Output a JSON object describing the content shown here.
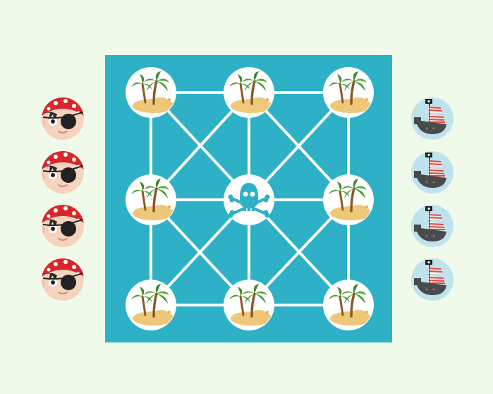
{
  "colors": {
    "background": "#f0faea",
    "board": "#2eb1c6",
    "line": "#ffffff",
    "node": "#ffffff",
    "skull": "#2eb1c6",
    "sand": "#efc778",
    "palm_leaf": "#4a9a36",
    "palm_trunk": "#8a5a2c",
    "pirate_skin": "#f6d3bf",
    "bandana": "#d8262c",
    "hair": "#2b2b2b",
    "eyepatch": "#222222",
    "ship_token": "#bfe3ee",
    "ship_hull": "#4a4a4a",
    "sail_red": "#e04848",
    "sail_white": "#f5e8e0"
  },
  "board": {
    "nodes": [
      {
        "id": "top-left",
        "content": "island"
      },
      {
        "id": "top-center",
        "content": "island"
      },
      {
        "id": "top-right",
        "content": "island"
      },
      {
        "id": "middle-left",
        "content": "island"
      },
      {
        "id": "center",
        "content": "skull-crossbones"
      },
      {
        "id": "middle-right",
        "content": "island"
      },
      {
        "id": "bottom-left",
        "content": "island"
      },
      {
        "id": "bottom-center",
        "content": "island"
      },
      {
        "id": "bottom-right",
        "content": "island"
      }
    ]
  },
  "players": {
    "left": {
      "piece": "pirate",
      "count": 4
    },
    "right": {
      "piece": "ship",
      "count": 4
    }
  }
}
